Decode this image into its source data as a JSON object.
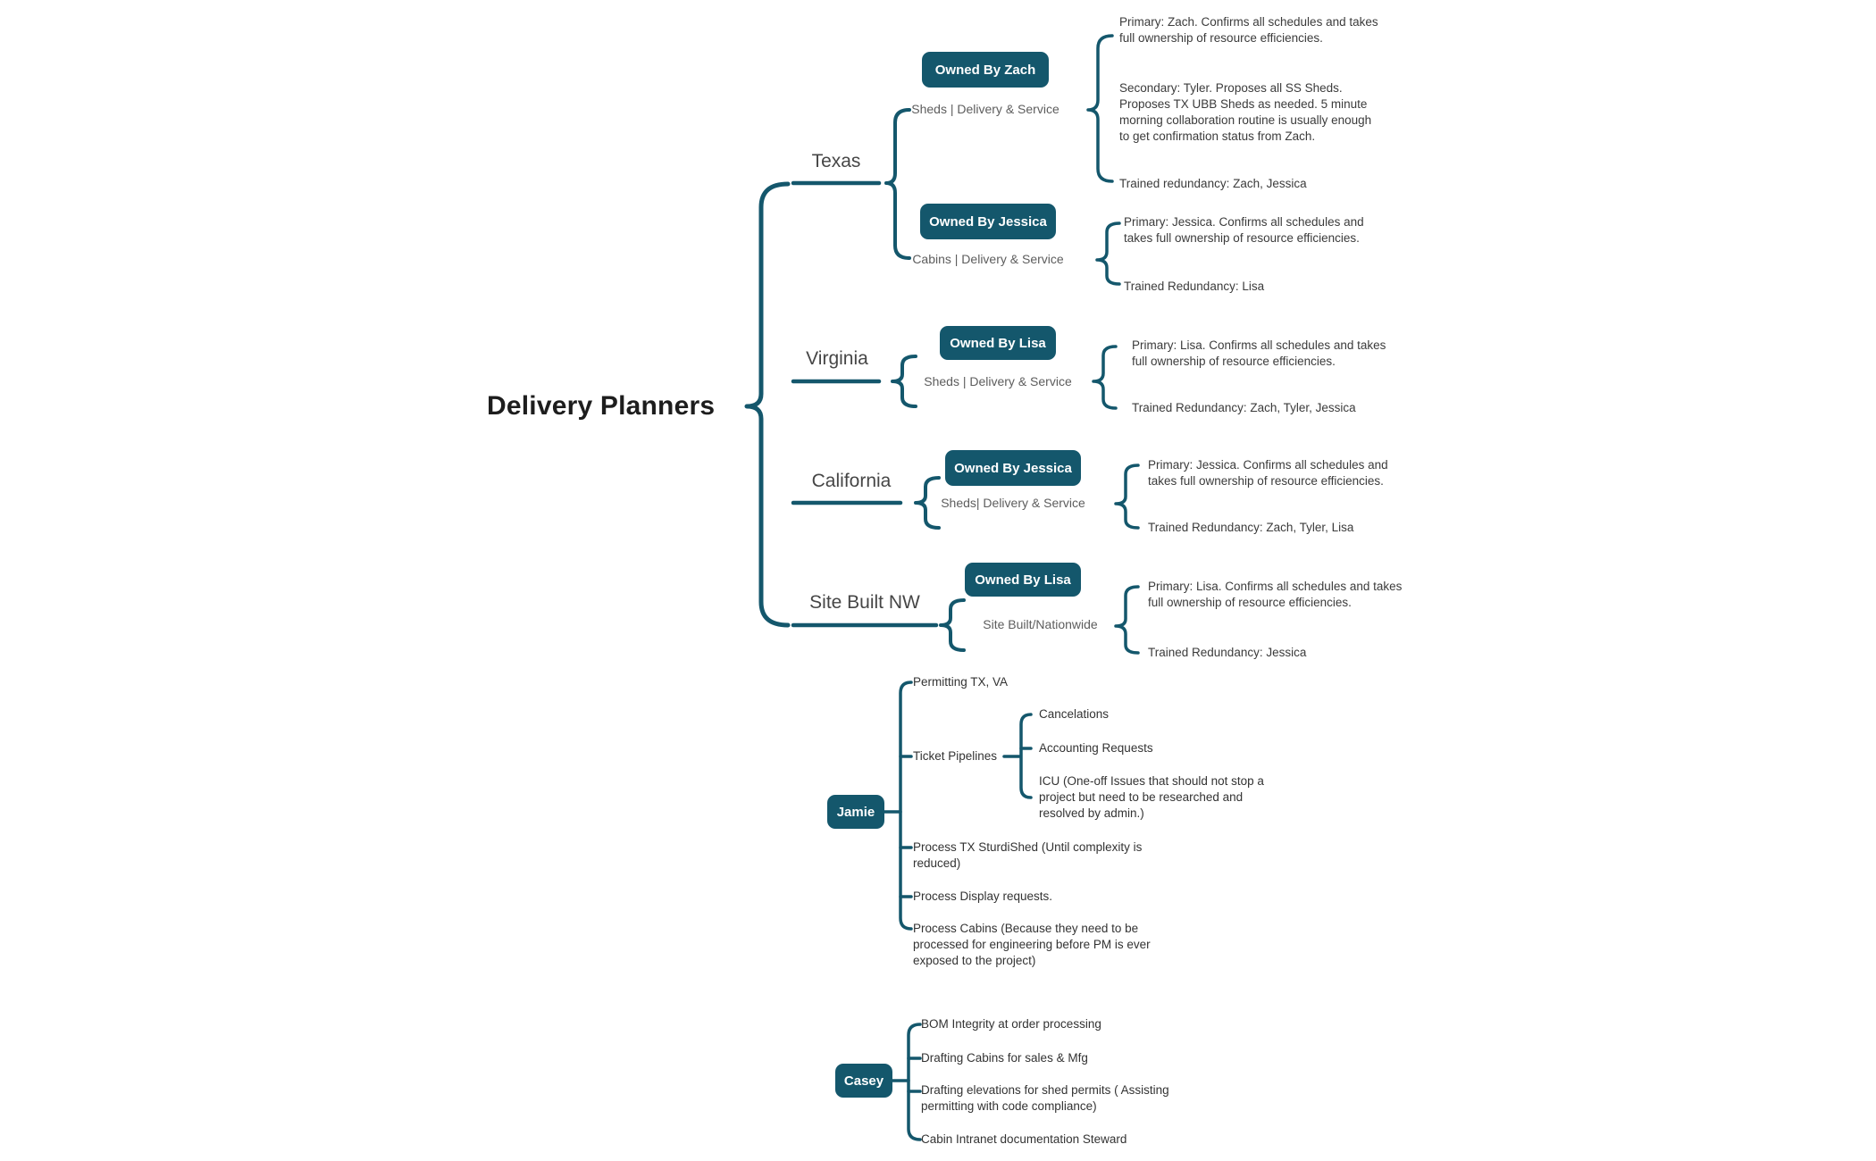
{
  "colors": {
    "accent": "#14576C",
    "title_text": "#1D1D1D",
    "body_text": "#3B3B3B"
  },
  "root": {
    "label": "Delivery Planners"
  },
  "regions": [
    {
      "label": "Texas",
      "assignments": [
        {
          "badge": "Owned By Zach",
          "scope": "Sheds | Delivery & Service",
          "notes": [
            "Primary: Zach. Confirms all schedules and takes full ownership of resource efficiencies.",
            "Secondary: Tyler. Proposes all SS Sheds. Proposes TX UBB Sheds as needed. 5 minute morning collaboration routine is usually enough to get confirmation status from Zach.",
            "Trained redundancy: Zach, Jessica"
          ]
        },
        {
          "badge": "Owned By Jessica",
          "scope": "Cabins | Delivery & Service",
          "notes": [
            "Primary: Jessica. Confirms all schedules and takes full ownership of resource efficiencies.",
            "Trained Redundancy: Lisa"
          ]
        }
      ]
    },
    {
      "label": "Virginia",
      "assignments": [
        {
          "badge": "Owned By Lisa",
          "scope": "Sheds | Delivery & Service",
          "notes": [
            "Primary: Lisa. Confirms all schedules and takes full ownership of resource efficiencies.",
            "Trained Redundancy: Zach, Tyler, Jessica"
          ]
        }
      ]
    },
    {
      "label": "California",
      "assignments": [
        {
          "badge": "Owned By Jessica",
          "scope": "Sheds| Delivery & Service",
          "notes": [
            "Primary: Jessica. Confirms all schedules and takes full ownership of resource efficiencies.",
            "Trained Redundancy: Zach, Tyler, Lisa"
          ]
        }
      ]
    },
    {
      "label": "Site Built NW",
      "assignments": [
        {
          "badge": "Owned By Lisa",
          "scope": "Site Built/Nationwide",
          "notes": [
            "Primary: Lisa. Confirms all schedules and takes full ownership of resource efficiencies.",
            "Trained Redundancy: Jessica"
          ]
        }
      ]
    }
  ],
  "people": [
    {
      "label": "Jamie",
      "tasks": [
        {
          "label": "Permitting TX, VA"
        },
        {
          "label": "Ticket Pipelines",
          "children": [
            "Cancelations",
            "Accounting Requests",
            "ICU (One-off Issues that should not stop a project but need to be researched and resolved by admin.)"
          ]
        },
        {
          "label": "Process TX SturdiShed (Until complexity is reduced)"
        },
        {
          "label": "Process Display requests."
        },
        {
          "label": "Process Cabins (Because they need to be processed for engineering before PM is ever exposed to the project)"
        }
      ]
    },
    {
      "label": "Casey",
      "tasks": [
        {
          "label": "BOM Integrity at order processing"
        },
        {
          "label": "Drafting Cabins for sales & Mfg"
        },
        {
          "label": "Drafting elevations for shed permits ( Assisting permitting with code compliance)"
        },
        {
          "label": "Cabin Intranet documentation Steward"
        }
      ]
    }
  ]
}
